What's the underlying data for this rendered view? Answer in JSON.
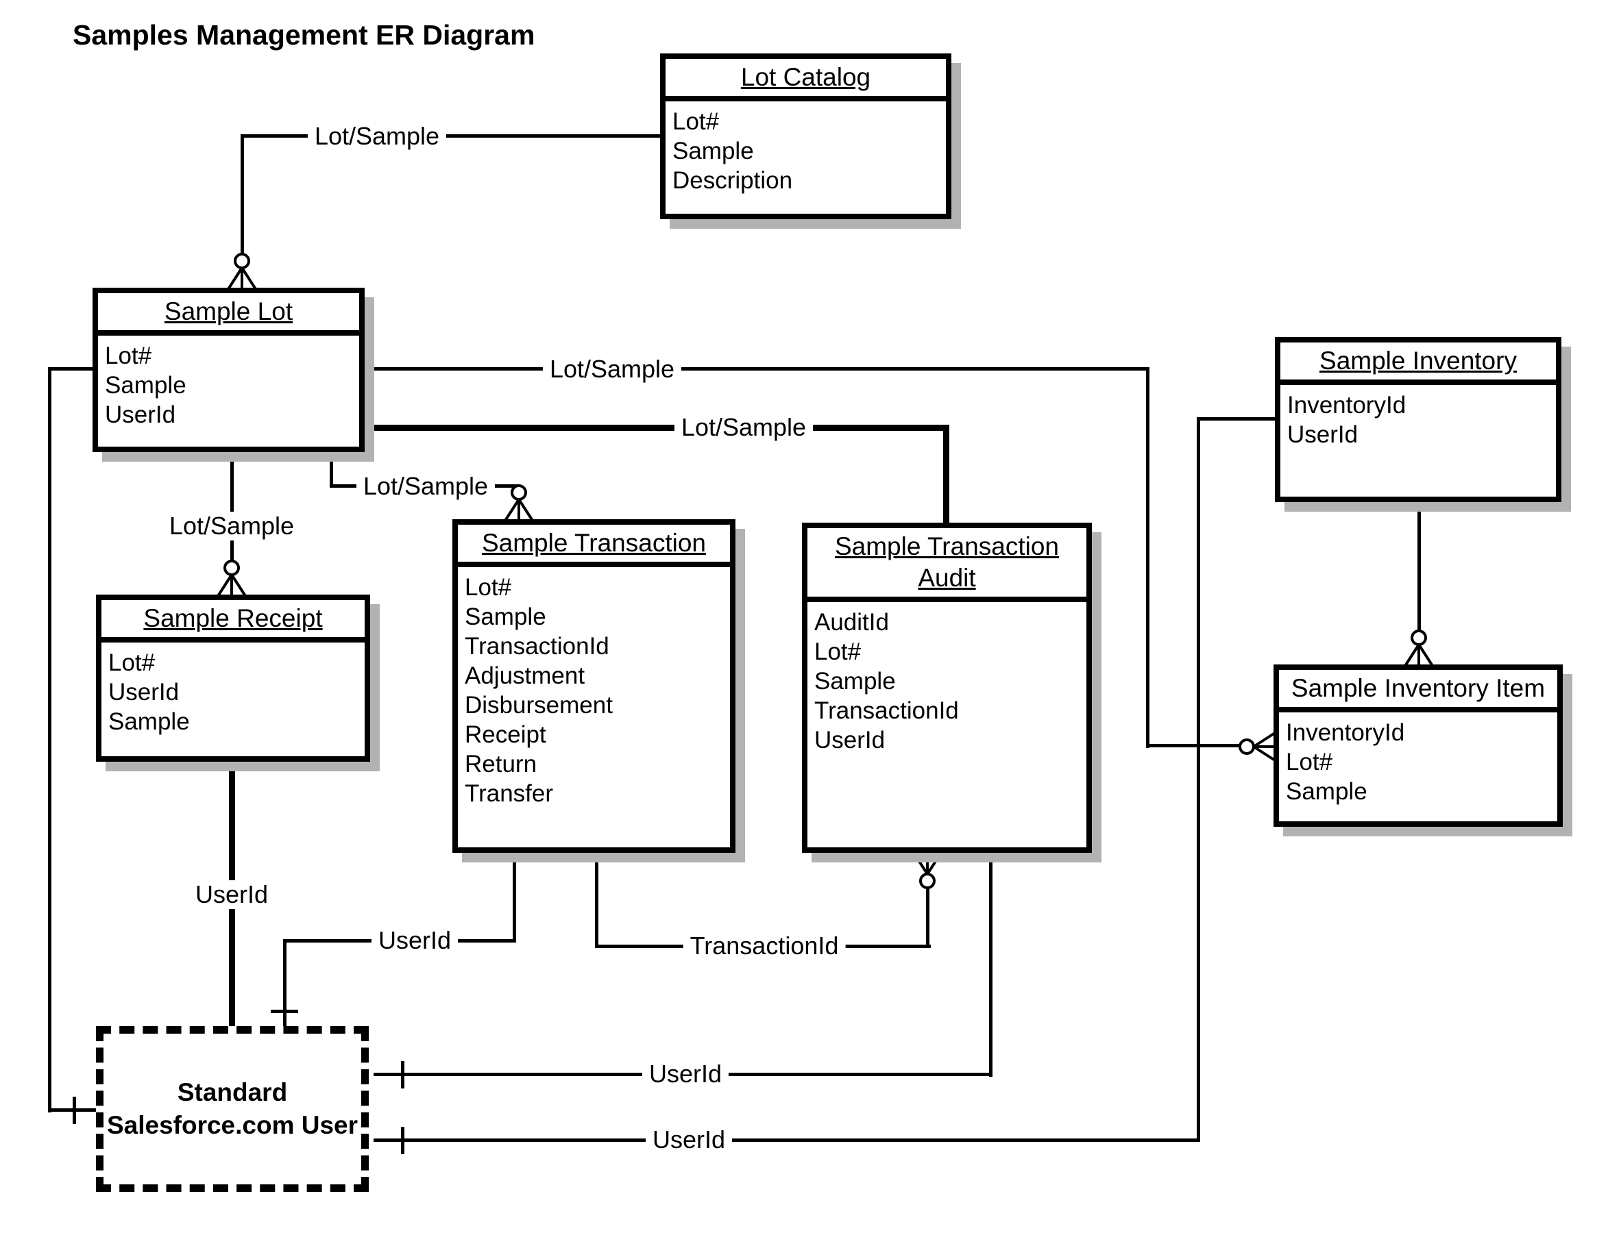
{
  "diagram_title": "Samples Management ER Diagram",
  "entities": {
    "lot_catalog": {
      "title": "Lot Catalog",
      "fields": [
        "Lot#",
        "Sample",
        "Description"
      ]
    },
    "sample_lot": {
      "title": "Sample Lot",
      "fields": [
        "Lot#",
        "Sample",
        "UserId"
      ]
    },
    "sample_receipt": {
      "title": "Sample Receipt",
      "fields": [
        "Lot#",
        "UserId",
        "Sample"
      ]
    },
    "sample_transaction": {
      "title": "Sample Transaction",
      "fields": [
        "Lot#",
        "Sample",
        "TransactionId",
        "Adjustment",
        "Disbursement",
        "Receipt",
        "Return",
        "Transfer"
      ]
    },
    "sample_transaction_audit": {
      "title_line1": "Sample Transaction",
      "title_line2": "Audit",
      "fields": [
        "AuditId",
        "Lot#",
        "Sample",
        "TransactionId",
        "UserId"
      ]
    },
    "sample_inventory": {
      "title": "Sample Inventory",
      "fields": [
        "InventoryId",
        "UserId"
      ]
    },
    "sample_inventory_item": {
      "title": "Sample Inventory Item",
      "fields": [
        "InventoryId",
        "Lot#",
        "Sample"
      ]
    },
    "user": {
      "line1": "Standard",
      "line2": "Salesforce.com User"
    }
  },
  "connection_labels": {
    "catalog_link": "Lot/Sample",
    "inventory_item_link": "Lot/Sample",
    "audit_link": "Lot/Sample",
    "transaction_link": "Lot/Sample",
    "receipt_link": "Lot/Sample",
    "receipt_user": "UserId",
    "transaction_user": "UserId",
    "transaction_audit": "TransactionId",
    "audit_user": "UserId",
    "inventory_user": "UserId"
  },
  "colors": {
    "line": "#000000",
    "shadow": "#b2b2b2",
    "background": "#ffffff"
  }
}
